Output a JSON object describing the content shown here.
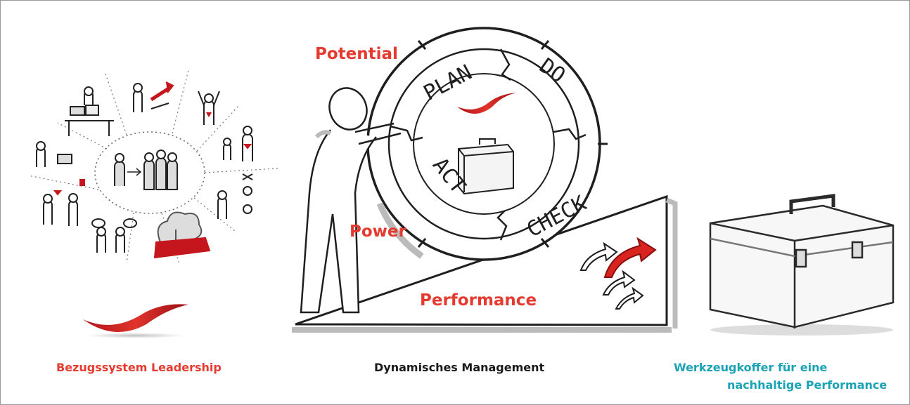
{
  "labels": {
    "potential": "Potential",
    "power": "Power",
    "performance": "Performance"
  },
  "cycle": {
    "plan": "PLAN",
    "do": "DO",
    "check": "CHECK",
    "act": "ACT"
  },
  "captions": {
    "leadership": "Bezugssystem Leadership",
    "management": "Dynamisches Management",
    "toolbox_line1": "Werkzeugkoffer für eine",
    "toolbox_line2": "nachhaltige Performance"
  },
  "colors": {
    "accent_red": "#e53a2f",
    "teal": "#1aa3b4",
    "ink": "#1a1a1a"
  }
}
